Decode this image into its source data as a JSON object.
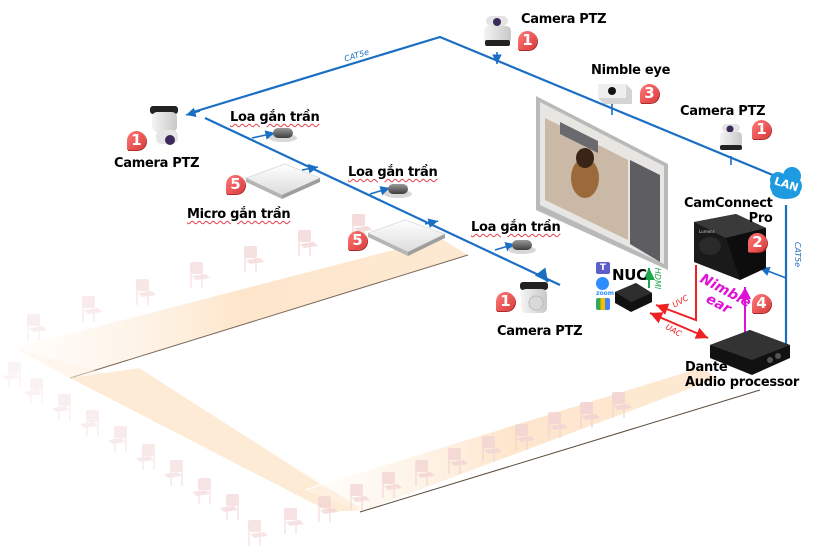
{
  "diagram": {
    "labels": {
      "camera_top": "Camera PTZ",
      "camera_left": "Camera PTZ",
      "camera_right": "Camera PTZ",
      "camera_bottom": "Camera PTZ",
      "nimble_eye": "Nimble eye",
      "speaker_1": "Loa gắn trần",
      "speaker_2": "Loa gắn trần",
      "speaker_3": "Loa gắn trần",
      "ceiling_mic": "Micro gắn trần",
      "camconnect_line1": "CamConnect",
      "camconnect_line2": "Pro",
      "nuc": "NUC",
      "dante_line1": "Dante",
      "dante_line2": "Audio processor",
      "lan": "LAN",
      "nimble_ear_line1": "Nimble",
      "nimble_ear_line2": "ear"
    },
    "cables": {
      "cat5e_top": "CAT5e",
      "cat5e_right": "CAT5e",
      "hdmi": "HDMI",
      "uvc": "UVC",
      "uac": "UAC"
    },
    "badges": {
      "camera": "1",
      "camconnect": "2",
      "nimble_eye": "3",
      "nimble_ear": "4",
      "mic": "5"
    },
    "app_icons": [
      "teams-icon",
      "zoom-icon",
      "google-meet-icon"
    ],
    "app_icon_text": {
      "zoom": "zoom"
    },
    "colors": {
      "network": "#1a6fc4",
      "usb": "#ee2222",
      "hdmi": "#1aa64a",
      "nimble_ear": "#e010d8",
      "badge": "#e04848",
      "table": "#fde9d2",
      "chair": "#f2d4d4"
    }
  }
}
